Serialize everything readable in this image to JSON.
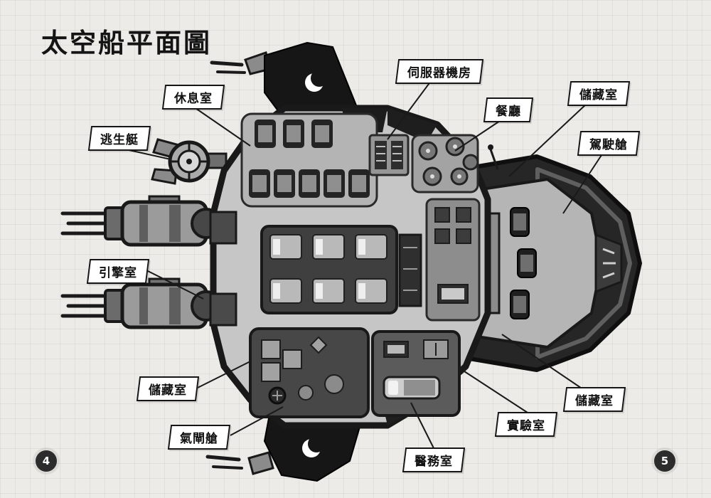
{
  "page": {
    "title": "太空船平面圖",
    "page_number_left": "4",
    "page_number_right": "5"
  },
  "labels": [
    {
      "id": "rest-room",
      "text": "休息室"
    },
    {
      "id": "escape-pod",
      "text": "逃生艇"
    },
    {
      "id": "server-room",
      "text": "伺服器機房"
    },
    {
      "id": "dining-room",
      "text": "餐廳"
    },
    {
      "id": "storage-top-right",
      "text": "儲藏室"
    },
    {
      "id": "cockpit",
      "text": "駕駛艙"
    },
    {
      "id": "engine-room",
      "text": "引擎室"
    },
    {
      "id": "storage-bottom-left",
      "text": "儲藏室"
    },
    {
      "id": "airlock",
      "text": "氣閘艙"
    },
    {
      "id": "medical-room",
      "text": "醫務室"
    },
    {
      "id": "laboratory",
      "text": "實驗室"
    },
    {
      "id": "storage-bottom-right",
      "text": "儲藏室"
    }
  ],
  "colors": {
    "background": "#ecebe8",
    "ink": "#161616",
    "label_background": "#ffffff",
    "hull_light": "#c6c6c6",
    "hull_dark": "#262626"
  }
}
